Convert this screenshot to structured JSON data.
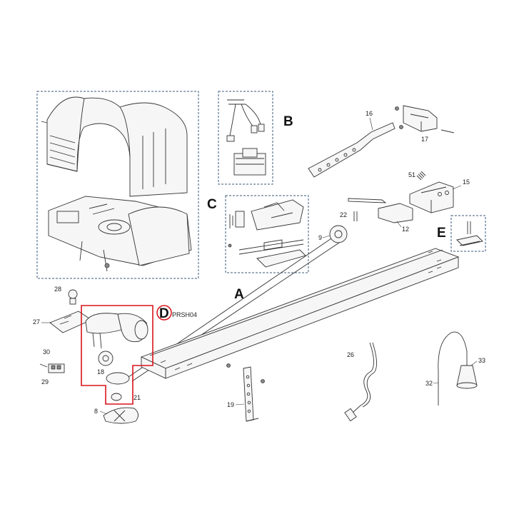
{
  "group_labels": {
    "A": "A",
    "B": "B",
    "C": "C",
    "D": "D",
    "E": "E"
  },
  "highlight": {
    "code": "PRSH04",
    "color": "#d9141b"
  },
  "part_numbers": {
    "p8": "8",
    "p9": "9",
    "p12": "12",
    "p15": "15",
    "p16": "16",
    "p17": "17",
    "p18": "18",
    "p19": "19",
    "p21": "21",
    "p22": "22",
    "p26": "26",
    "p27": "27",
    "p28": "28",
    "p29": "29",
    "p30": "30",
    "p32": "32",
    "p33": "33",
    "p51": "51"
  },
  "colors": {
    "box_dash": "#3a5a7a",
    "line": "#333333"
  }
}
